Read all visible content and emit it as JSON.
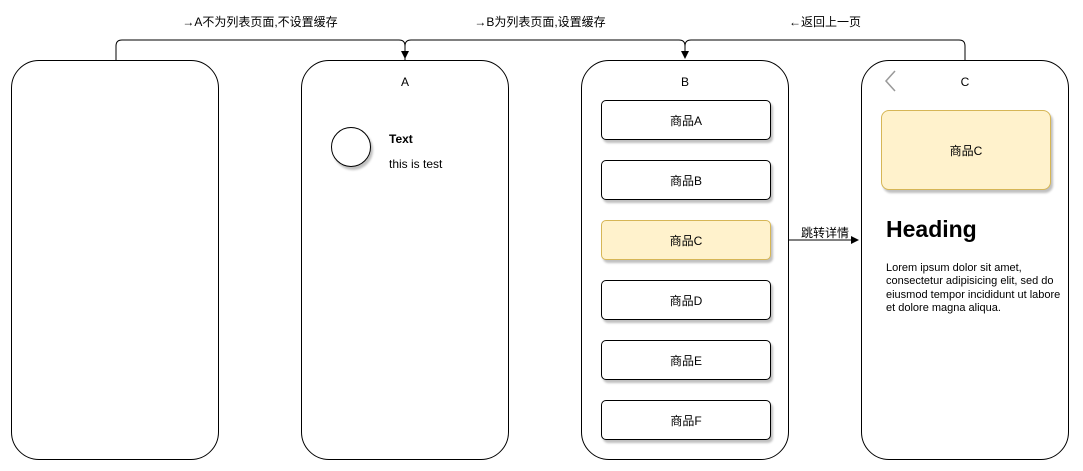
{
  "flows": {
    "a_to_a": "→A不为列表页面,不设置缓存",
    "a_to_b": "→B为列表页面,设置缓存",
    "back": "←返回上一页"
  },
  "pages": {
    "a": {
      "title": "A",
      "text_title": "Text",
      "text_body": "this is test"
    },
    "b": {
      "title": "B",
      "items": [
        "商品A",
        "商品B",
        "商品C",
        "商品D",
        "商品E",
        "商品F"
      ],
      "highlighted_index": 2
    },
    "c": {
      "title": "C",
      "back_icon": "chevron-left-icon",
      "card_label": "商品C",
      "heading": "Heading",
      "body": "Lorem ipsum dolor sit amet, consectetur adipisicing elit, sed do eiusmod tempor incididunt ut labore et dolore magna aliqua."
    }
  },
  "jump_label": "跳转详情",
  "colors": {
    "highlight_fill": "#fff2cc",
    "highlight_stroke": "#d6b656",
    "stroke": "#000000"
  }
}
